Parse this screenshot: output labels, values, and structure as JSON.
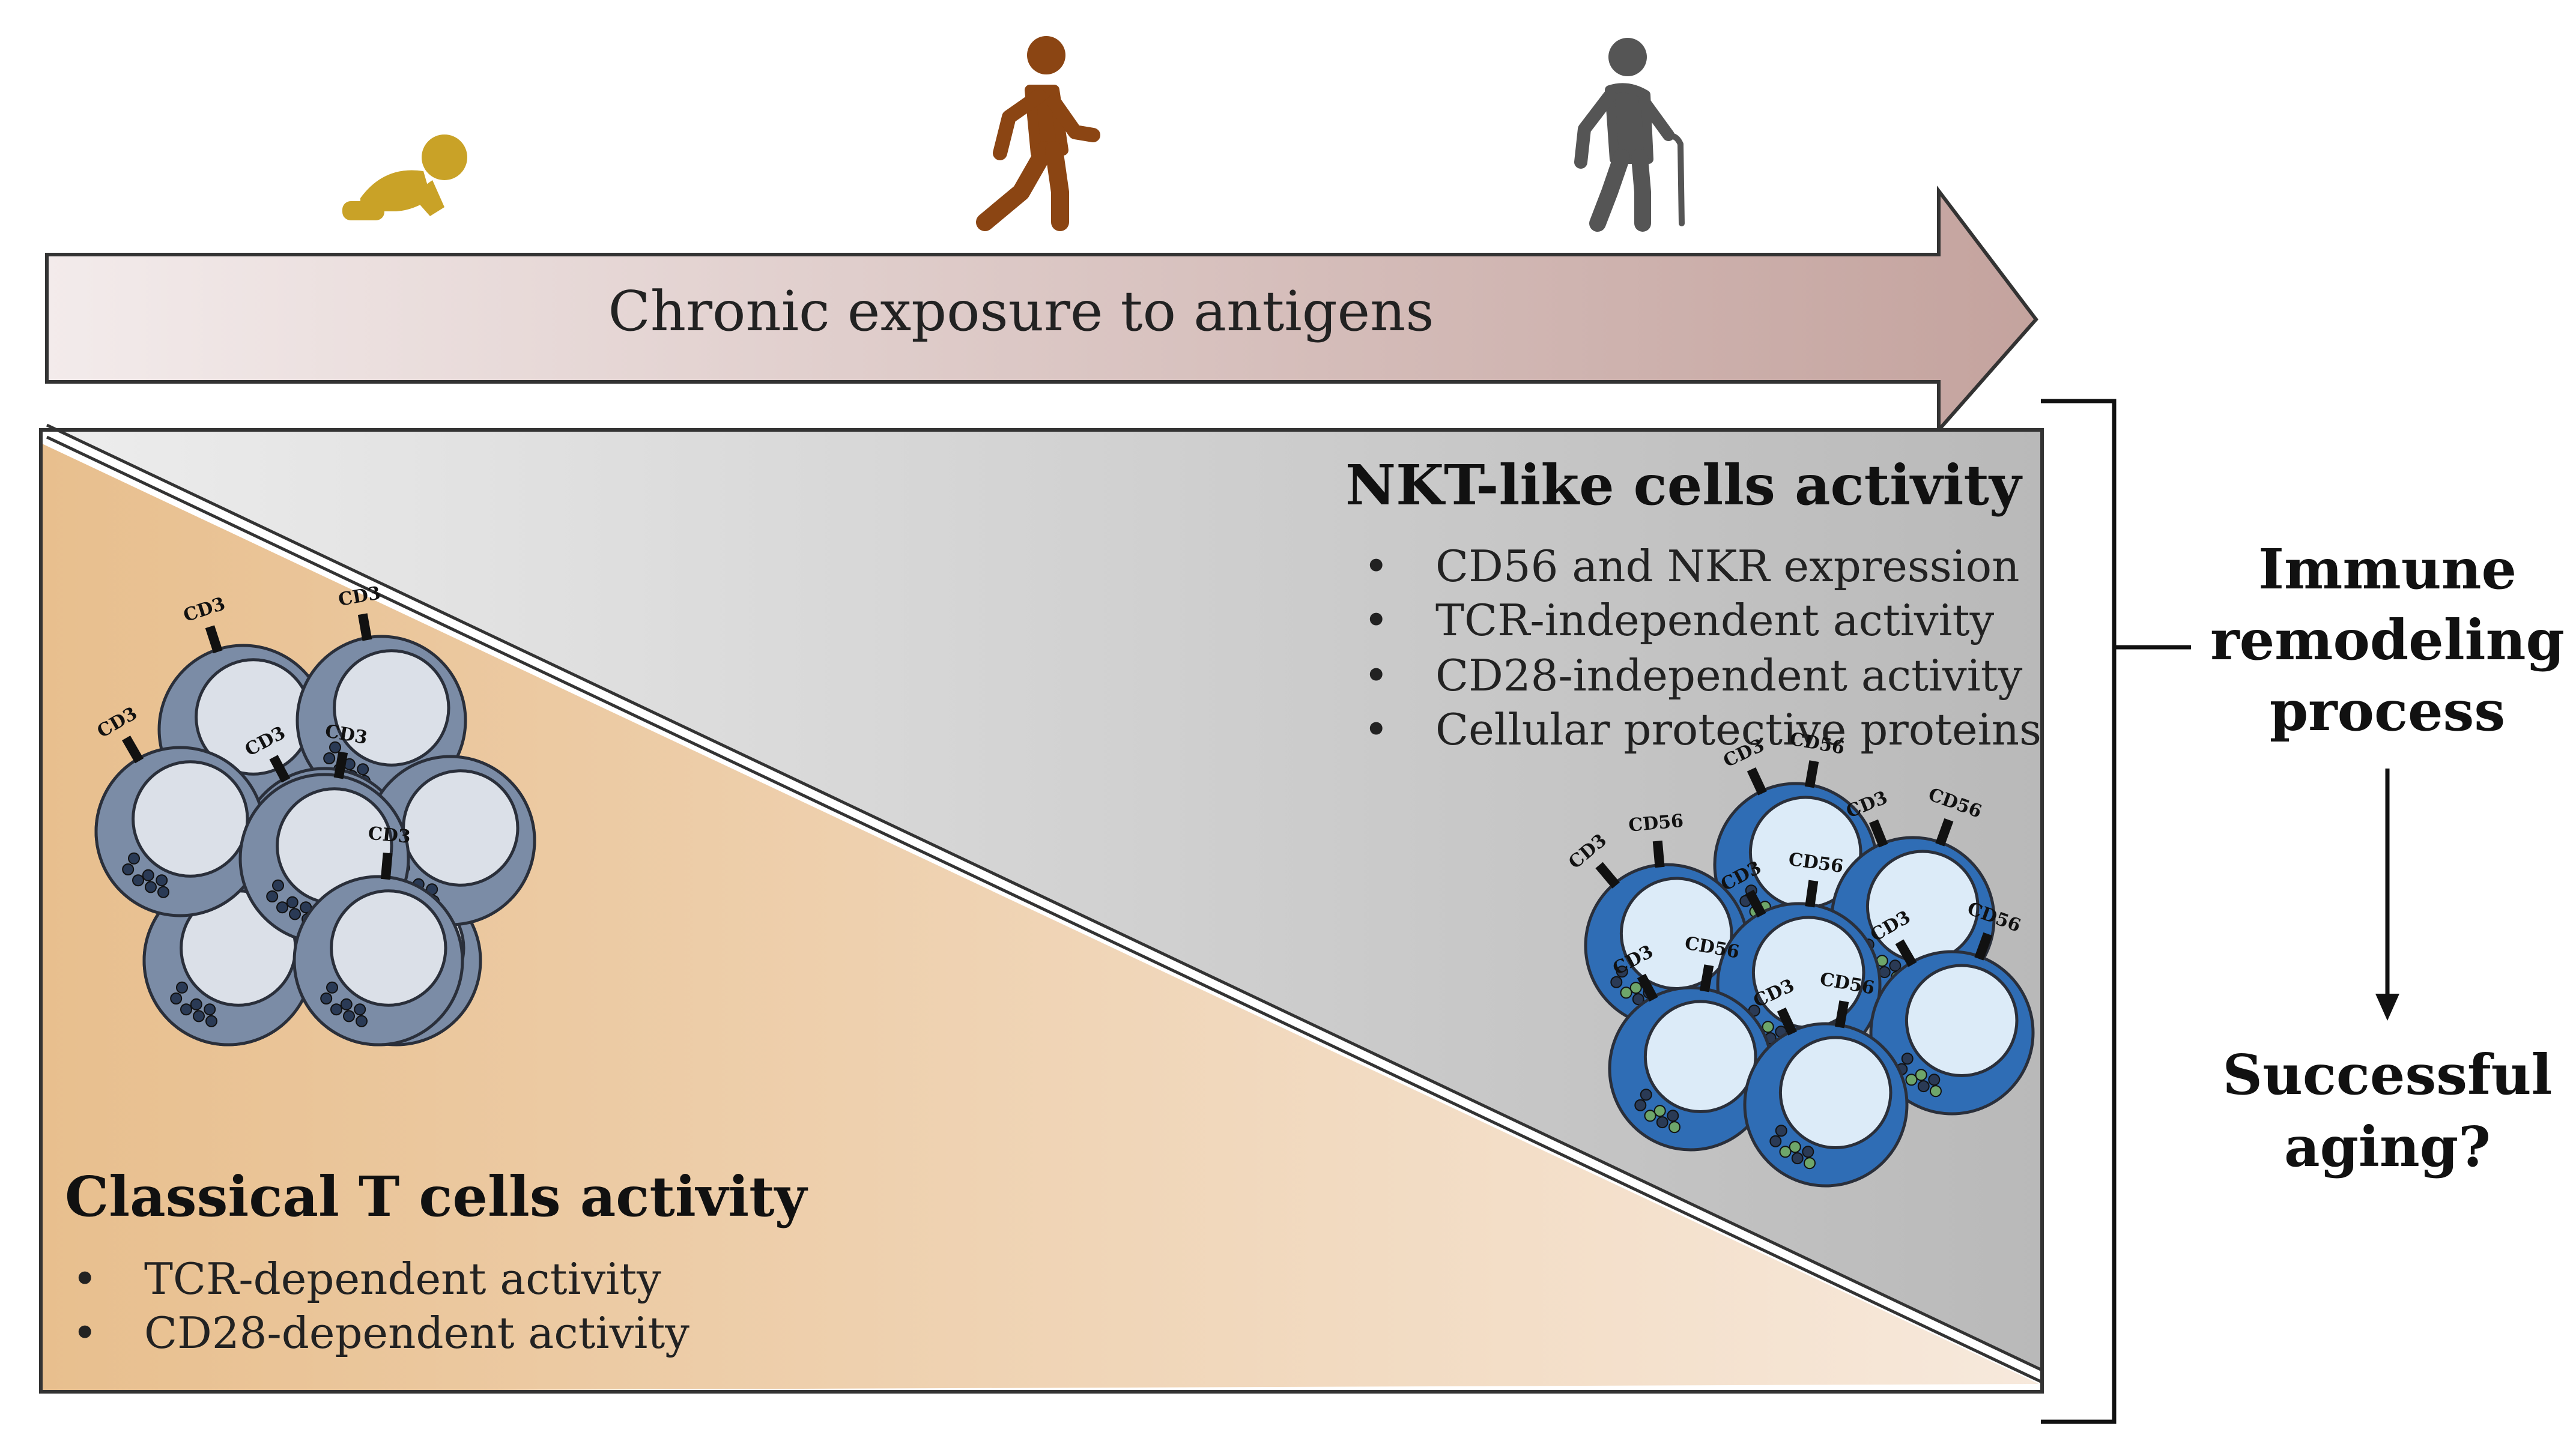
{
  "timeline": {
    "label": "Chronic exposure to antigens",
    "icons": [
      "baby-crawling-icon",
      "adult-walking-icon",
      "elderly-cane-icon"
    ]
  },
  "nkt_panel": {
    "title": "NKT-like cells activity",
    "bullets": [
      "CD56 and NKR expression",
      "TCR-independent activity",
      "CD28-independent activity",
      "Cellular protective proteins"
    ]
  },
  "classical_panel": {
    "title": "Classical T cells activity",
    "bullets": [
      "TCR-dependent activity",
      "CD28-dependent activity"
    ]
  },
  "outcome": {
    "process_lines": [
      "Immune",
      "remodeling",
      "process"
    ],
    "question_lines": [
      "Successful",
      "aging?"
    ]
  },
  "markers": {
    "cd3": "CD3",
    "cd56": "CD56"
  },
  "colors": {
    "arrow_light": "#f3ebeb",
    "arrow_dark": "#c4a39e",
    "grey_light": "#ececec",
    "grey_dark": "#b8b8b8",
    "tan_dark": "#e8bf8e",
    "tan_light": "#f7e8da",
    "classical_cell": "#7b8ca6",
    "nkt_cell": "#2f6db5",
    "baby": "#c9a227",
    "adult": "#8b4513",
    "elderly": "#555555"
  }
}
